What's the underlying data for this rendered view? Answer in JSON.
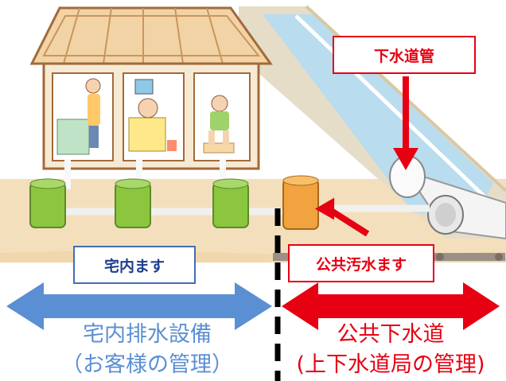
{
  "labels": {
    "sewer_pipe": "下水道管",
    "private_basin": "宅内ます",
    "public_basin": "公共汚水ます"
  },
  "captions": {
    "private_title": "宅内排水設備",
    "private_sub": "（お客様の管理）",
    "public_title": "公共下水道",
    "public_sub": "(上下水道局の管理)"
  },
  "colors": {
    "private": "#5b8fd3",
    "public": "#e60012",
    "boundary": "#000000"
  }
}
